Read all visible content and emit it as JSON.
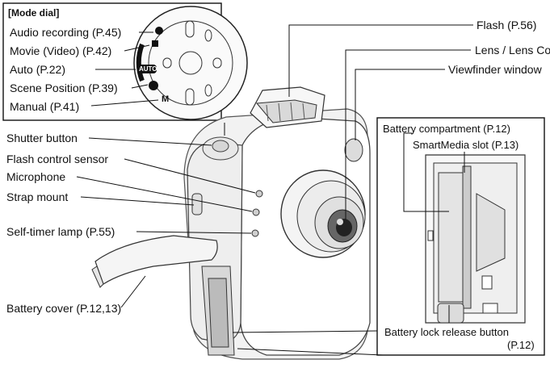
{
  "mode_dial": {
    "title": "[Mode dial]",
    "items": [
      {
        "label": "Audio recording (P.45)"
      },
      {
        "label": "Movie (Video) (P.42)"
      },
      {
        "label": "Auto (P.22)"
      },
      {
        "label": "Scene Position (P.39)"
      },
      {
        "label": "Manual (P.41)"
      }
    ],
    "dial_marks": {
      "auto": "AUTO",
      "manual": "M"
    }
  },
  "left_callouts": [
    {
      "label": "Shutter button"
    },
    {
      "label": "Flash control sensor"
    },
    {
      "label": "Microphone"
    },
    {
      "label": "Strap mount"
    },
    {
      "label": "Self-timer lamp (P.55)"
    },
    {
      "label": "Battery cover (P.12,13)"
    }
  ],
  "right_callouts": [
    {
      "label": "Flash (P.56)"
    },
    {
      "label": "Lens / Lens Cover"
    },
    {
      "label": "Viewfinder window"
    }
  ],
  "battery_inset": {
    "compartment": "Battery compartment (P.12)",
    "smartmedia": "SmartMedia slot (P.13)",
    "lock_release": "Battery lock release button",
    "lock_release_page": "(P.12)"
  }
}
